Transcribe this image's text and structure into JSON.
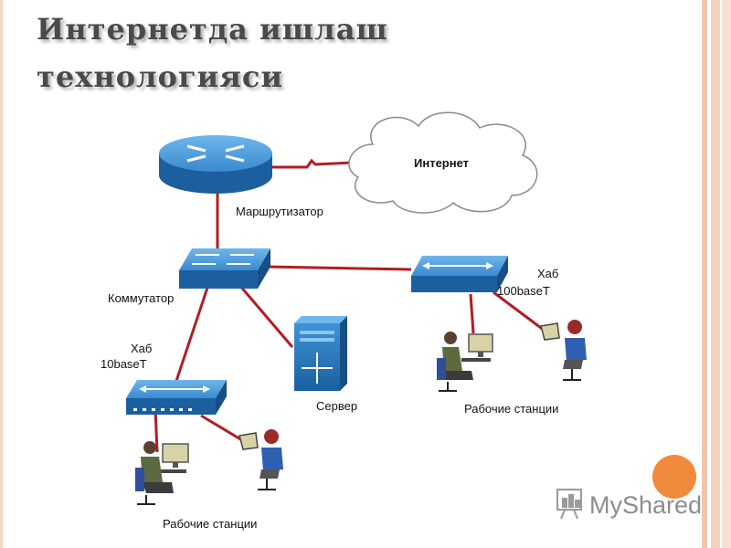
{
  "slide": {
    "title_line1": "Интернетда ишлаш",
    "title_line2": "технологияси"
  },
  "diagram": {
    "internet_label": "Интернет",
    "router_label": "Маршрутизатор",
    "switch_label": "Коммутатор",
    "hub_left_label_1": "Хаб",
    "hub_left_label_2": "10baseT",
    "hub_right_label_1": "Хаб",
    "hub_right_label_2": "100baseT",
    "server_label": "Сервер",
    "workstations_left_label": "Рабочие станции",
    "workstations_right_label": "Рабочие станции"
  },
  "watermark": {
    "text": "MyShared"
  },
  "colors": {
    "link": "#b01e24",
    "device": "#1f6fb6",
    "accent_circle": "#f28a3c"
  }
}
